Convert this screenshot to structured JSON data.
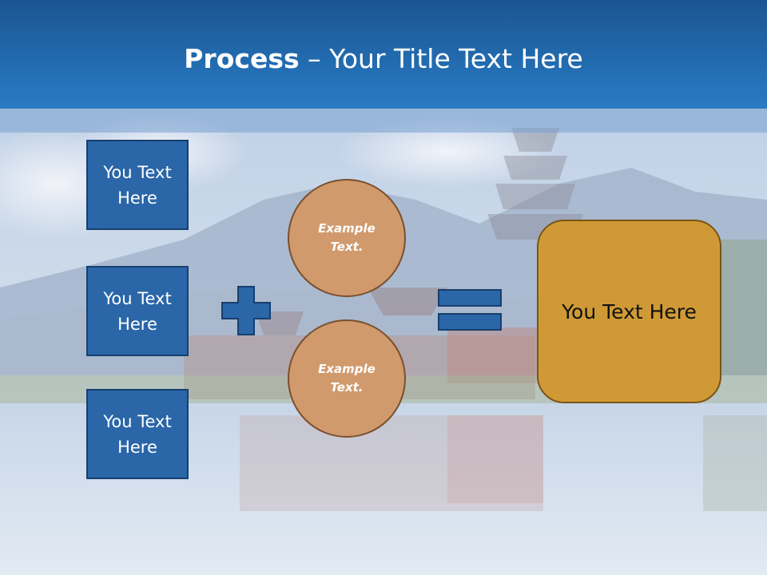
{
  "slide": {
    "title_bold": "Process",
    "title_separator": " – ",
    "title_rest": "Your Title Text Here"
  },
  "left_boxes": [
    {
      "text": "You Text Here"
    },
    {
      "text": "You Text Here"
    },
    {
      "text": "You Text Here"
    }
  ],
  "operators": {
    "plus": "plus-icon",
    "equals": "equals-icon"
  },
  "circles": [
    {
      "text": "Example Text."
    },
    {
      "text": "Example Text."
    }
  ],
  "result": {
    "text": "You Text Here"
  },
  "colors": {
    "header_blue": "#2470b6",
    "box_blue": "#2a66a8",
    "circle_orange": "#d09a6c",
    "result_gold": "#cf9a35"
  }
}
